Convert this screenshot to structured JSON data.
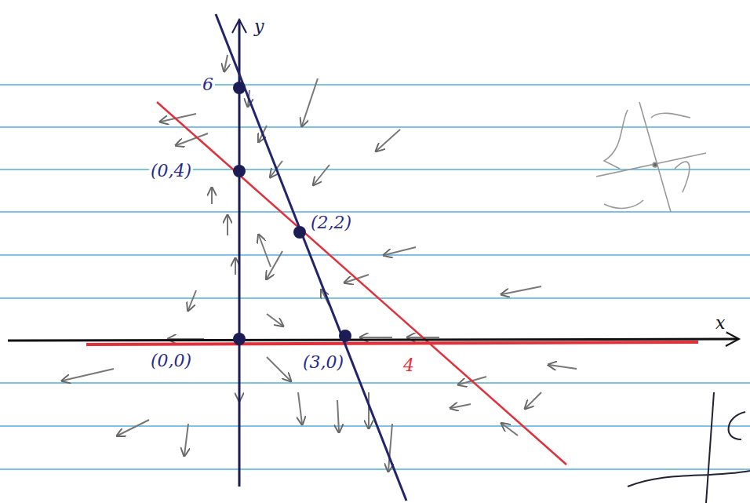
{
  "diagram": {
    "labels": [
      "y",
      "6",
      "(0,4)",
      "(2,2)",
      "(0,0)",
      "(3,0)",
      "4",
      "x"
    ]
  }
}
